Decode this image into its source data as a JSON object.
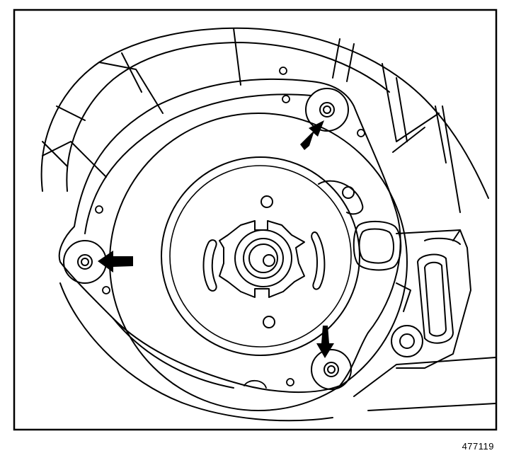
{
  "figure": {
    "id_label": "477119"
  },
  "colors": {
    "ink": "#000000",
    "paper": "#ffffff"
  },
  "callouts": {
    "count": 3,
    "points_to": "mounting-screw"
  }
}
